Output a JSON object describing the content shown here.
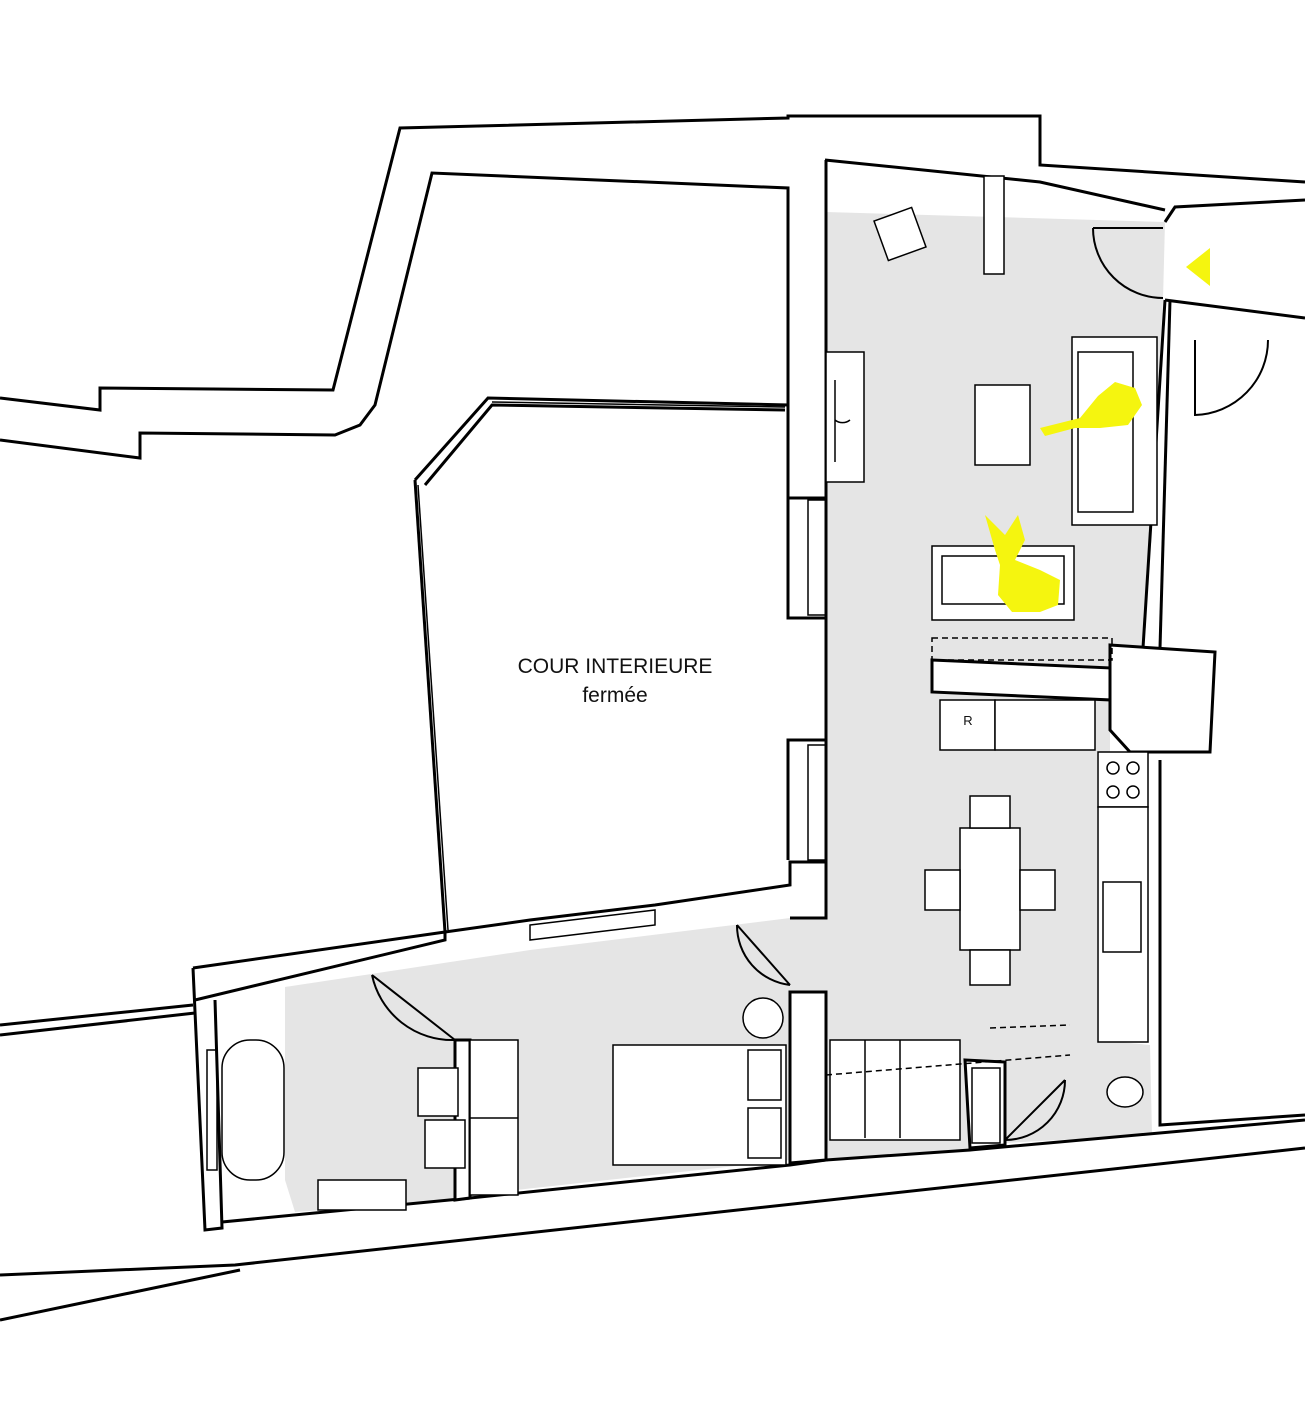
{
  "courtyard": {
    "title": "COUR INTERIEURE",
    "subtitle": "fermée"
  },
  "kitchen": {
    "fridge_label": "R"
  },
  "colors": {
    "room_fill": "#e5e5e5",
    "wall_line": "#000000",
    "highlight": "#f5f50f"
  },
  "icons": [
    "entrance-arrow-icon",
    "person-figure-icon"
  ]
}
